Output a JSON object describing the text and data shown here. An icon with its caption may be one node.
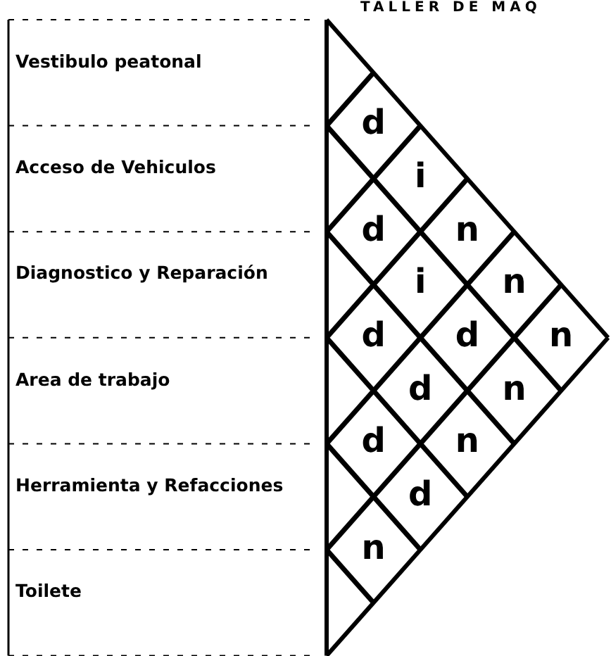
{
  "diagram": {
    "title": "TALLER DE MAQ",
    "labels": [
      "Vestibulo peatonal",
      "Acceso de Vehiculos",
      "Diagnostico y Reparación",
      "Area de trabajo",
      "Herramienta y Refacciones",
      "Toilete",
      "d",
      "i",
      "d",
      "n",
      "i",
      "n",
      "d",
      "d",
      "n",
      "d",
      "n",
      "d",
      "n",
      "d",
      "n"
    ]
  }
}
